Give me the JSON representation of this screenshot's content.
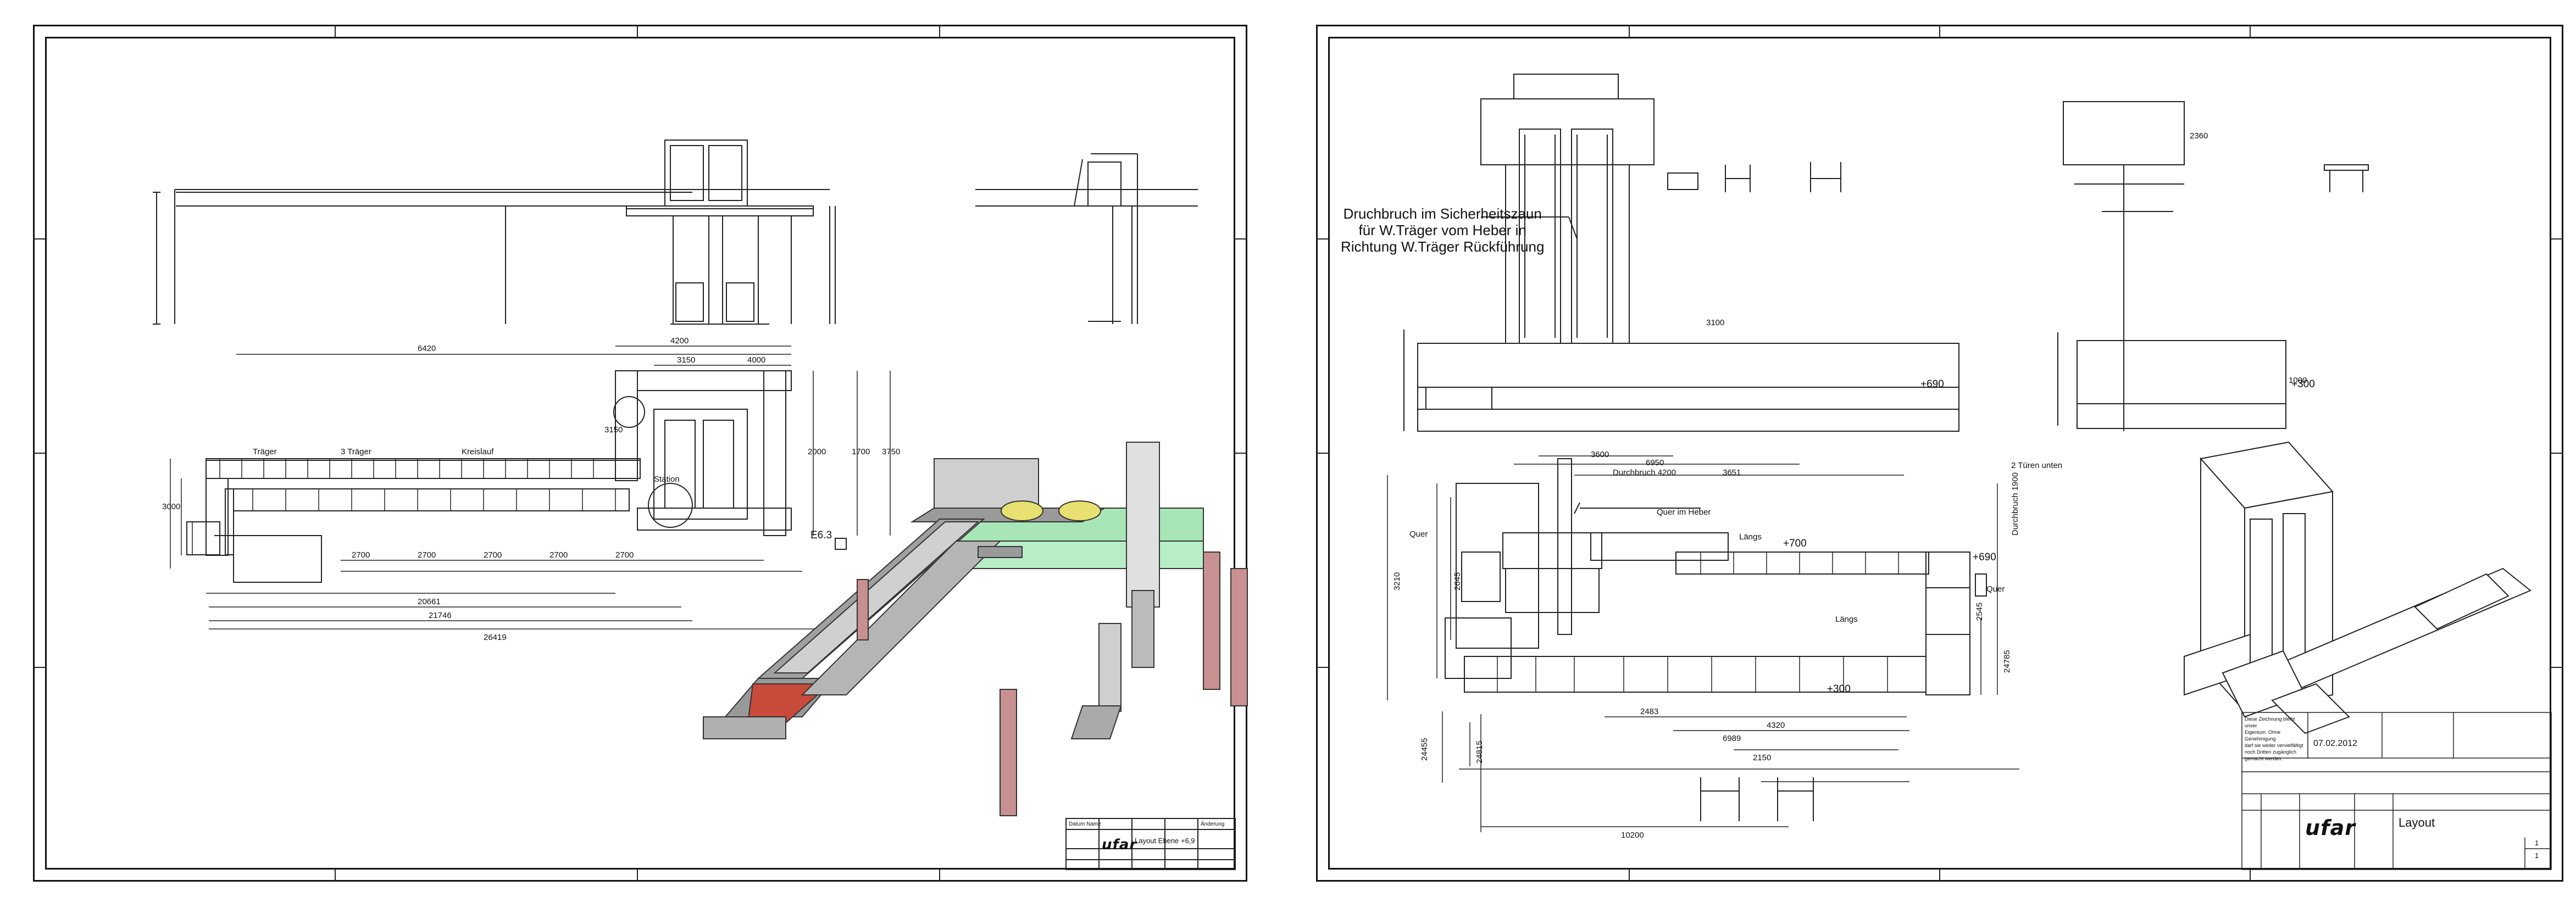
{
  "left_sheet": {
    "labels": {
      "dim_top_total": "6420",
      "dim_4200": "4200",
      "dim_4000": "4000",
      "dim_3150": "3150",
      "dim_2000a": "2000",
      "dim_1700": "1700",
      "dim_3750": "3750",
      "dim_3150b": "3150",
      "dim_3000": "3000",
      "dim_row_2700a": "2700",
      "dim_row_2700b": "2700",
      "dim_row_2700c": "2700",
      "dim_row_2700d": "2700",
      "dim_row_2700e": "2700",
      "dim_total_20661": "20661",
      "dim_total_21746": "21746",
      "dim_total_26419": "26419",
      "label_kreislauf": "Kreislauf",
      "label_trager": "Träger",
      "label_3tr": "3 Träger",
      "label_ebene": "E6.3",
      "label_station": "Station"
    },
    "title_block": {
      "company_logo": "ufar",
      "drawing_title": "Layout Ebene +6,9",
      "small_text": "Datum  Name",
      "footer_note": "Änderung"
    }
  },
  "right_sheet": {
    "annotation": "Druchbruch im Sicherheitszaun\nfür W.Träger vom Heber in\nRichtung W.Träger Rückführung",
    "labels": {
      "dim_3100": "3100",
      "dim_plus690_top": "+690",
      "dim_plus300_top": "+300",
      "dim_2360": "2360",
      "dim_1000_side": "1000",
      "label_2turen": "2 Türen unten",
      "dim_3600": "3600",
      "dim_6950": "6950",
      "dim_durchbruch": "Durchbruch 4200",
      "dim_3651": "3651",
      "label_quer_heber": "Quer im Heber",
      "label_quer": "Quer",
      "label_langs": "Längs",
      "label_plus700": "+700",
      "label_plus690": "+690",
      "label_quer2": "Quer",
      "label_langs2": "Längs",
      "label_plus300": "+300",
      "dim_durchbruch_right": "Durchbruch 1900",
      "dim_2545": "2545",
      "dim_3210": "3210",
      "dim_2645": "2645",
      "dim_24785": "24785",
      "dim_4320": "4320",
      "dim_6989": "6989",
      "dim_2150": "2150",
      "dim_24455": "24455",
      "dim_2483": "2483",
      "dim_10200": "10200",
      "dim_24815": "24815"
    },
    "title_block": {
      "company_logo": "ufar",
      "drawing_title": "Layout",
      "date": "07.02.2012",
      "sheet_no": "1",
      "sheet_total": "1",
      "notes": "Diese Zeichnung bleibt unser\nEigentum. Ohne Genehmigung\ndarf sie weder vervielfältigt\nnoch Dritten zugänglich\ngemacht werden."
    }
  },
  "colors": {
    "line": "#222222",
    "iso_green": "#a8e6b8",
    "iso_yellow": "#e8e070",
    "iso_pillar": "#c89090",
    "iso_gray": "#9a9a9a",
    "iso_red": "#c84a3a"
  }
}
